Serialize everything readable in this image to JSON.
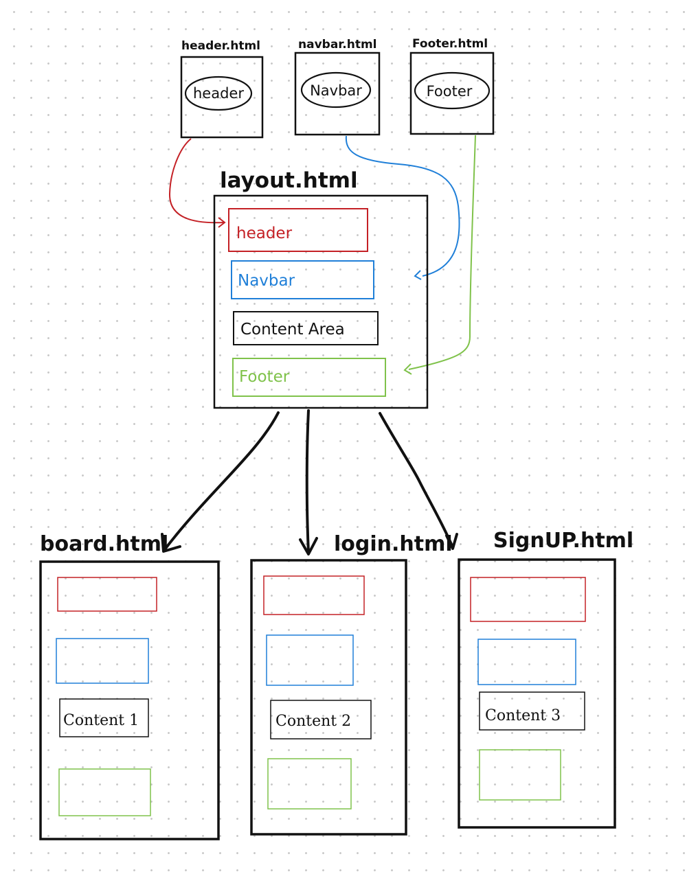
{
  "colors": {
    "ink": "#111111",
    "header": "#c42025",
    "navbar": "#1f7fd8",
    "footer": "#7fc24a"
  },
  "partials": [
    {
      "file": "header.html",
      "label": "header"
    },
    {
      "file": "navbar.html",
      "label": "Navbar"
    },
    {
      "file": "Footer.html",
      "label": "Footer"
    }
  ],
  "layout": {
    "file": "layout.html",
    "slots": {
      "header": "header",
      "navbar": "Navbar",
      "content": "Content Area",
      "footer": "Footer"
    }
  },
  "pages": [
    {
      "file": "board.html",
      "content": "Content 1"
    },
    {
      "file": "login.html",
      "content": "Content 2"
    },
    {
      "file": "SignUP.html",
      "content": "Content 3"
    }
  ]
}
